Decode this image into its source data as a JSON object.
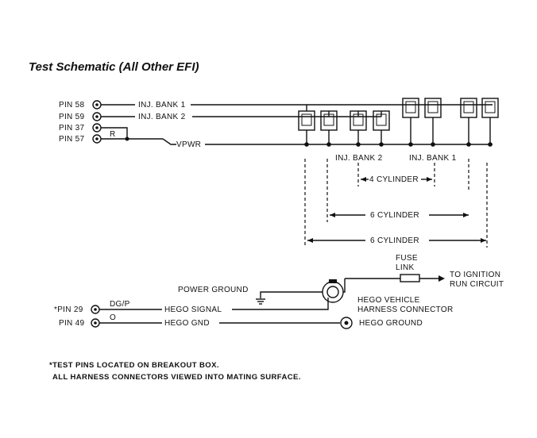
{
  "title": "Test Schematic (All Other EFI)",
  "pins": {
    "pin58": "PIN 58",
    "pin59": "PIN 59",
    "pin37": "PIN 37",
    "pin57": "PIN 57",
    "pin29": "*PIN 29",
    "pin49": "PIN 49"
  },
  "wires": {
    "inj_bank1": "INJ. BANK 1",
    "inj_bank2": "INJ. BANK 2",
    "r": "R",
    "vpwr": "VPWR",
    "dgp": "DG/P",
    "o": "O",
    "hego_signal": "HEGO SIGNAL",
    "hego_gnd": "HEGO GND",
    "power_ground": "POWER GROUND"
  },
  "groups": {
    "bank2": "INJ. BANK 2",
    "bank1": "INJ. BANK 1",
    "cyl4": "4 CYLINDER",
    "cyl6a": "6 CYLINDER",
    "cyl6b": "6 CYLINDER"
  },
  "hego": {
    "fuse_line1": "FUSE",
    "fuse_line2": "LINK",
    "ignition_line1": "TO IGNITION",
    "ignition_line2": "RUN CIRCUIT",
    "connector_line1": "HEGO VEHICLE",
    "connector_line2": "HARNESS CONNECTOR",
    "ground": "HEGO GROUND"
  },
  "notes": {
    "line1": "*TEST PINS LOCATED ON BREAKOUT BOX.",
    "line2": "ALL HARNESS CONNECTORS VIEWED INTO MATING SURFACE."
  }
}
